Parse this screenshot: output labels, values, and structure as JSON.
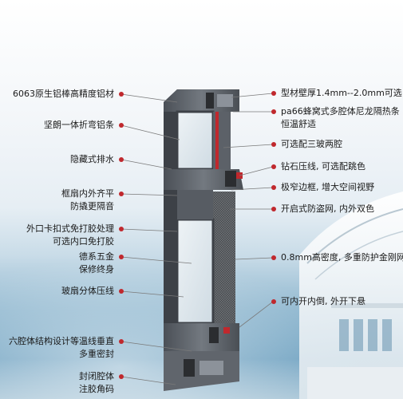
{
  "left_callouts": [
    {
      "lines": [
        "6063原生铝棒高精度铝材"
      ]
    },
    {
      "lines": [
        "坚朗一体折弯铝条"
      ]
    },
    {
      "lines": [
        "隐藏式排水"
      ]
    },
    {
      "lines": [
        "框扇内外齐平",
        "防撬更隔音"
      ]
    },
    {
      "lines": [
        "外口卡扣式免打胶处理",
        "可选内口免打胶"
      ]
    },
    {
      "lines": [
        "德系五金",
        "保修终身"
      ]
    },
    {
      "lines": [
        "玻扇分体压线"
      ]
    },
    {
      "lines": [
        "六腔体结构设计等温线垂直",
        "多重密封"
      ]
    },
    {
      "lines": [
        "封闭腔体",
        "注胶角码"
      ]
    }
  ],
  "right_callouts": [
    {
      "lines": [
        "型材壁厚1.4mm--2.0mm可选"
      ]
    },
    {
      "lines": [
        "pa66蜂窝式多腔体尼龙隔热条",
        "恒温舒适"
      ]
    },
    {
      "lines": [
        "可选配三玻两腔"
      ]
    },
    {
      "lines": [
        "钻石压线, 可选配跳色"
      ]
    },
    {
      "lines": [
        "极窄边框, 增大空间视野"
      ]
    },
    {
      "lines": [
        "开启式防盗网, 内外双色"
      ]
    },
    {
      "lines": [
        "0.8mm高密度, 多重防护金刚网"
      ]
    },
    {
      "lines": [
        "可内开内倒, 外开下悬"
      ]
    }
  ],
  "colors": {
    "accent": "#c0282d",
    "profile": "#5a5f66"
  }
}
